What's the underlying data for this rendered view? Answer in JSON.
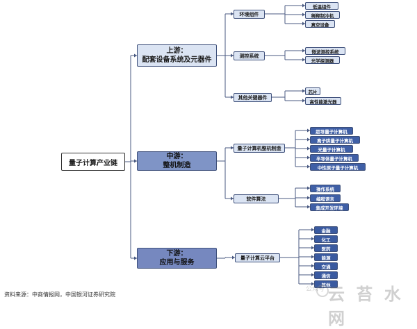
{
  "root": "量子计算产业链",
  "branches": [
    {
      "id": "upstream",
      "title": "上游：",
      "subtitle": "配套设备系统及元器件",
      "groups": [
        {
          "label": "环境组件",
          "items": [
            "低温组件",
            "稀释制冷机",
            "真空设备"
          ]
        },
        {
          "label": "测控系统",
          "items": [
            "微波测控系统",
            "光学探测器"
          ]
        },
        {
          "label": "其他关键器件",
          "items": [
            "芯片",
            "高性能激光器"
          ]
        }
      ]
    },
    {
      "id": "midstream",
      "title": "中游：",
      "subtitle": "整机制造",
      "groups": [
        {
          "label": "量子计算机整机制造",
          "items": [
            "超导量子计算机",
            "离子阱量子计算机",
            "光量子计算机",
            "半导体量子计算机",
            "中性原子量子计算机"
          ]
        },
        {
          "label": "软件算法",
          "items": [
            "操作系统",
            "编程语言",
            "集成开发环境"
          ]
        }
      ]
    },
    {
      "id": "downstream",
      "title": "下游：",
      "subtitle": "应用与服务",
      "groups": [
        {
          "label": "量子计算云平台",
          "items": [
            "金融",
            "化工",
            "医药",
            "能源",
            "交通",
            "通信",
            "其他"
          ]
        }
      ]
    }
  ],
  "footer": "资料来源：中商情报网，中国银河证券研究院",
  "watermark": "云 苔 水 网",
  "watermark_small": "公众号",
  "colors": {
    "line": "#4a5a82",
    "up_fill": "#dbe4f3",
    "mid_fill": "#7f94c6",
    "down_fill": "#7688bf",
    "leaf_dark": "#3f5fa6"
  }
}
